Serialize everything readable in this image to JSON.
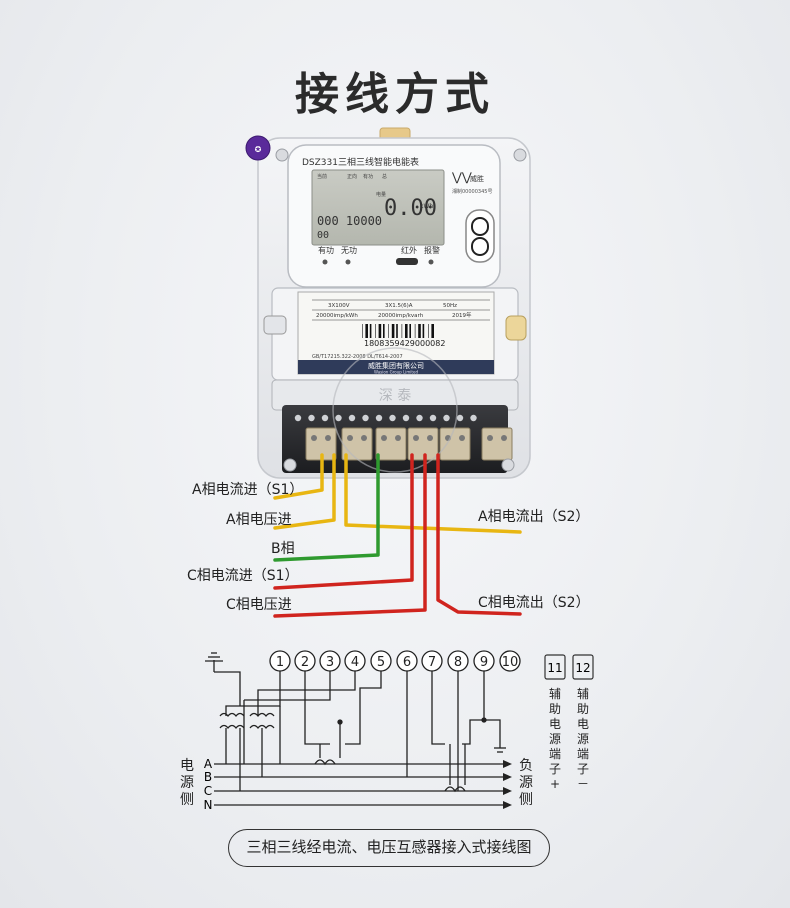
{
  "title": "接线方式",
  "meter": {
    "model": "DSZ331三相三线智能电能表",
    "lcd_value": "0.00",
    "lcd_unit": "kWh",
    "lcd_counter": "000 10000",
    "lcd_small": "00",
    "lcd_top_labels": [
      "当前",
      "正向",
      "有功",
      "总"
    ],
    "lcd_mid_label": "电量",
    "indicators": [
      "有功",
      "无功",
      "红外",
      "报警"
    ],
    "brand": "威胜",
    "cert": "湘制00000345号",
    "nameplate": {
      "row1": [
        "3X100V",
        "3X1.5(6)A",
        "50Hz"
      ],
      "row2": [
        "20000imp/kWh",
        "20000imp/kvarh",
        "2019年"
      ],
      "barcode_number": "1808359429000082",
      "standards": "GB/T17215.322-2008   DL/T614-2007",
      "company": "威胜集团有限公司",
      "company_en": "Wasion Group Limited"
    },
    "watermark": "深 泰"
  },
  "wire_labels_left": [
    "A相电流进（S1）",
    "A相电压进",
    "B相",
    "C相电流进（S1）",
    "C相电压进"
  ],
  "wire_labels_right": [
    "A相电流出（S2）",
    "C相电流出（S2）"
  ],
  "colors": {
    "yellow": "#e8b612",
    "green": "#2f9a2f",
    "red": "#d0241e",
    "line": "#222222"
  },
  "schematic": {
    "terminals": [
      "1",
      "2",
      "3",
      "4",
      "5",
      "6",
      "7",
      "8",
      "9",
      "10"
    ],
    "aux_terminals": [
      "11",
      "12"
    ],
    "aux_text_11": [
      "辅",
      "助",
      "电",
      "源",
      "端",
      "子",
      "+"
    ],
    "aux_text_12": [
      "辅",
      "助",
      "电",
      "源",
      "端",
      "子",
      "－"
    ],
    "phases": [
      "A",
      "B",
      "C",
      "N"
    ],
    "source_label": [
      "电",
      "源",
      "侧"
    ],
    "load_label": [
      "负",
      "源",
      "侧"
    ]
  },
  "caption": "三相三线经电流、电压互感器接入式接线图"
}
